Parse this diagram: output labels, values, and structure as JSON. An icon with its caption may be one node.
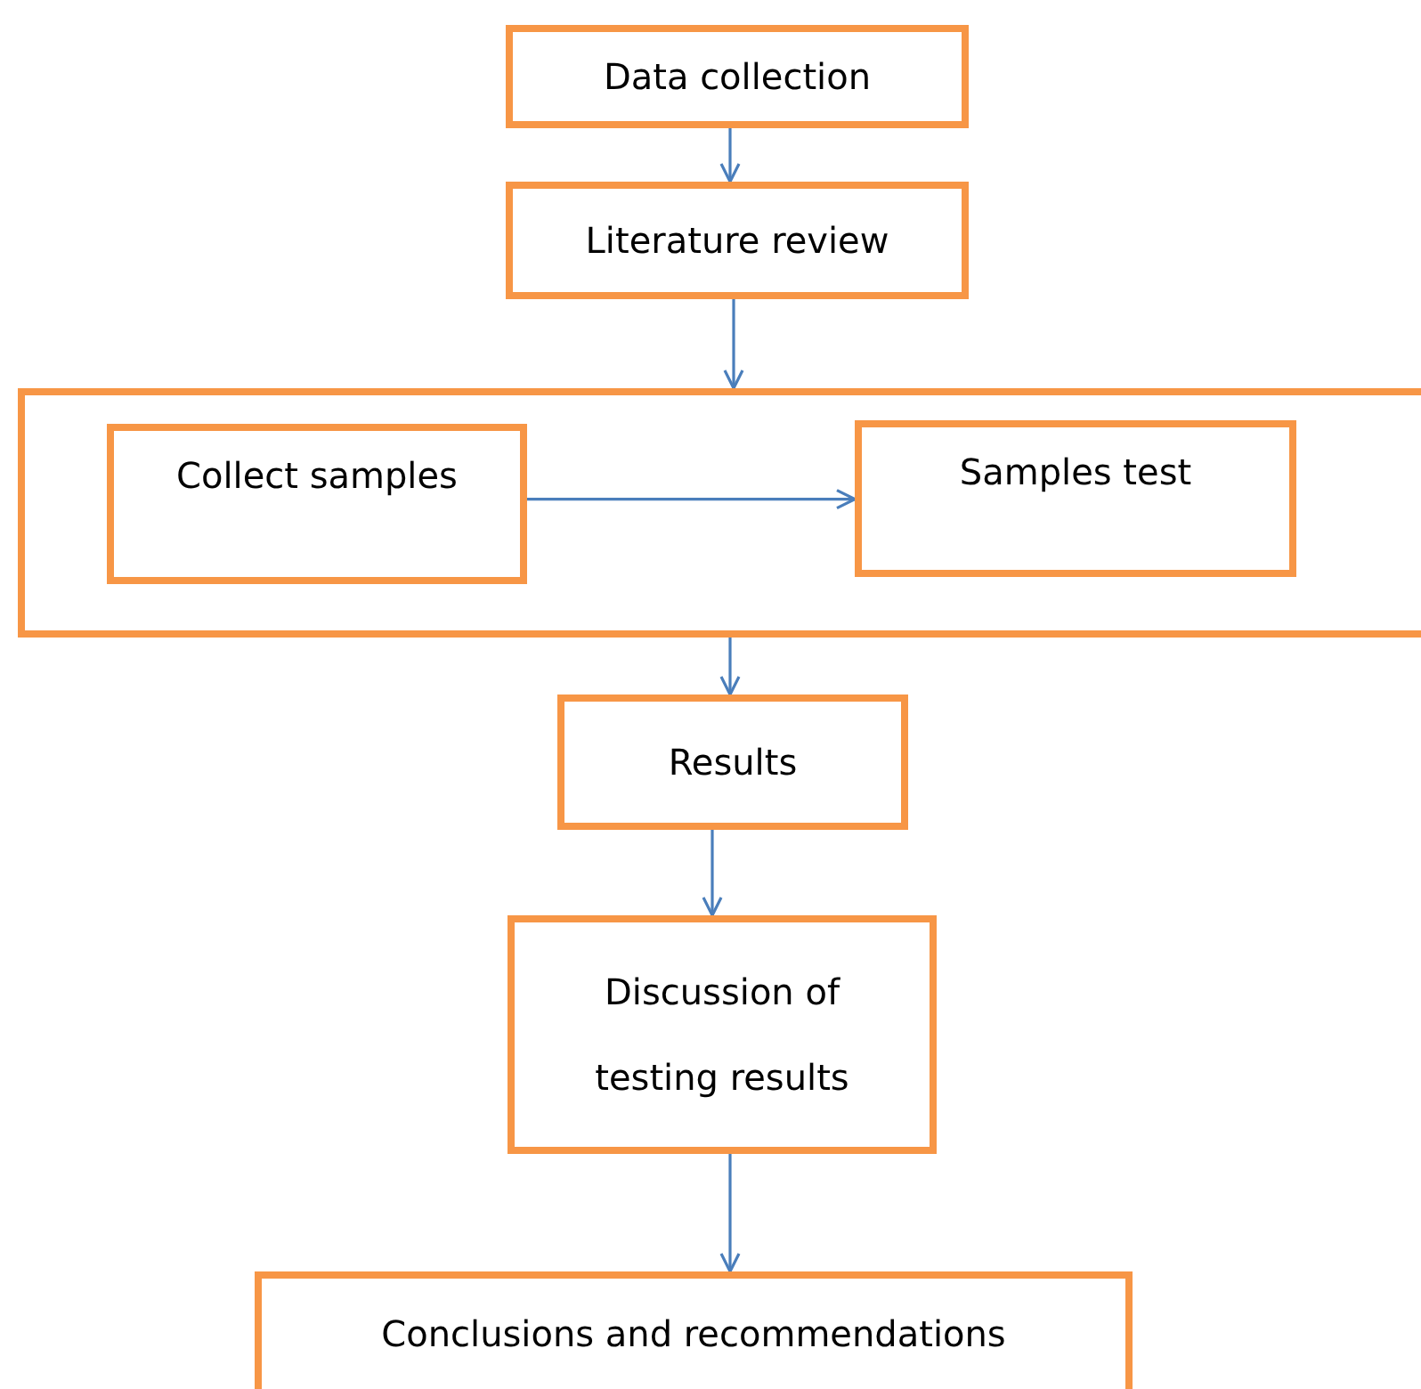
{
  "diagram": {
    "nodes": [
      {
        "text": [
          "Data collection"
        ]
      },
      {
        "text": [
          "Literature review"
        ]
      },
      {
        "text": [],
        "shape": "box"
      },
      {
        "text": [
          "Collect samples"
        ],
        "in": 2
      },
      {
        "text": [
          "Samples test"
        ],
        "in": 2
      },
      {
        "text": [
          "Results"
        ]
      },
      {
        "text": [
          "Discussion of testing results"
        ]
      },
      {
        "text": [
          "Conclusions and recommendations"
        ]
      }
    ],
    "edges": [
      {
        "from": 0,
        "to": 1,
        "arrow": "to"
      },
      {
        "from": 1,
        "to": 2,
        "arrow": "to"
      },
      {
        "from": 3,
        "to": 4,
        "arrow": "to"
      },
      {
        "from": 2,
        "to": 5,
        "arrow": "to"
      },
      {
        "from": 5,
        "to": 6,
        "arrow": "to"
      },
      {
        "from": 6,
        "to": 7,
        "arrow": "to"
      }
    ]
  }
}
